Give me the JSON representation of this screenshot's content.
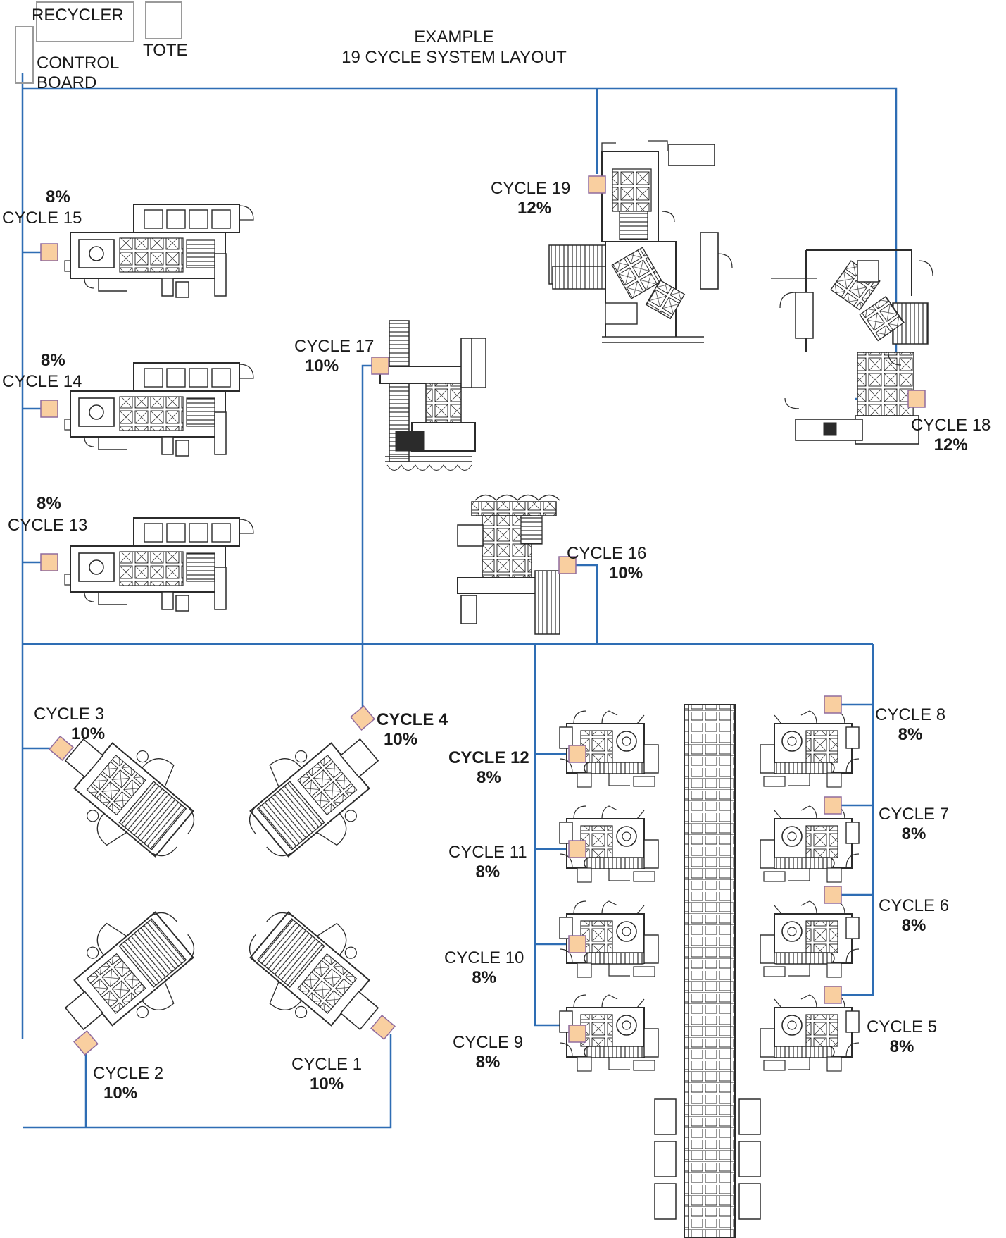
{
  "title": {
    "line1": "EXAMPLE",
    "line2": "19 CYCLE SYSTEM LAYOUT"
  },
  "legend": {
    "recycler": "RECYCLER",
    "tote": "TOTE",
    "control_board_1": "CONTROL",
    "control_board_2": "BOARD"
  },
  "colors": {
    "wire": "#2e6db4",
    "connector_fill": "#f9cfa0",
    "connector_edge": "#8f6b9e",
    "machine": "#2b2b2b"
  },
  "cycles": [
    {
      "id": 1,
      "name": "CYCLE 1",
      "percent": "10%"
    },
    {
      "id": 2,
      "name": "CYCLE 2",
      "percent": "10%"
    },
    {
      "id": 3,
      "name": "CYCLE 3",
      "percent": "10%"
    },
    {
      "id": 4,
      "name": "CYCLE 4",
      "percent": "10%"
    },
    {
      "id": 5,
      "name": "CYCLE 5",
      "percent": "8%"
    },
    {
      "id": 6,
      "name": "CYCLE 6",
      "percent": "8%"
    },
    {
      "id": 7,
      "name": "CYCLE 7",
      "percent": "8%"
    },
    {
      "id": 8,
      "name": "CYCLE 8",
      "percent": "8%"
    },
    {
      "id": 9,
      "name": "CYCLE 9",
      "percent": "8%"
    },
    {
      "id": 10,
      "name": "CYCLE 10",
      "percent": "8%"
    },
    {
      "id": 11,
      "name": "CYCLE 11",
      "percent": "8%"
    },
    {
      "id": 12,
      "name": "CYCLE 12",
      "percent": "8%"
    },
    {
      "id": 13,
      "name": "CYCLE 13",
      "percent": "8%"
    },
    {
      "id": 14,
      "name": "CYCLE 14",
      "percent": "8%"
    },
    {
      "id": 15,
      "name": "CYCLE 15",
      "percent": "8%"
    },
    {
      "id": 16,
      "name": "CYCLE 16",
      "percent": "10%"
    },
    {
      "id": 17,
      "name": "CYCLE 17",
      "percent": "10%"
    },
    {
      "id": 18,
      "name": "CYCLE 18",
      "percent": "12%"
    },
    {
      "id": 19,
      "name": "CYCLE 19",
      "percent": "12%"
    }
  ]
}
